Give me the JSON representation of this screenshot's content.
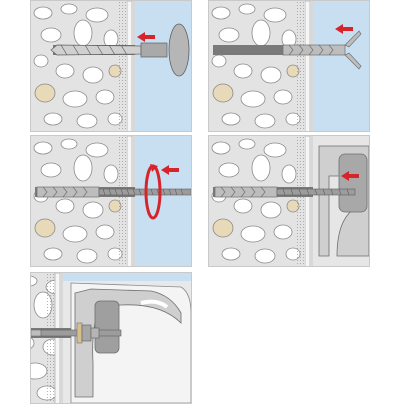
{
  "diagram": {
    "kind": "installation-steps",
    "step_count": 5,
    "steps": [
      {
        "action": "drill-hole",
        "arrow_direction": "left"
      },
      {
        "action": "insert-plug",
        "arrow_direction": "left"
      },
      {
        "action": "screw-in-bolt",
        "arrow_direction": "left",
        "rotation": "clockwise"
      },
      {
        "action": "mount-fixture",
        "arrow_direction": "left"
      },
      {
        "action": "tighten-nut"
      }
    ]
  },
  "colors": {
    "wall": "#e3e3e3",
    "wall_stones": "#ffffff",
    "stone_outline": "#8a8a8a",
    "sand_stones": "#e8d9b8",
    "plaster": "#f1f1f1",
    "cavity_blue": "#c8dff2",
    "metal": "#9c9c9c",
    "metal_dark": "#6f6f6f",
    "accent_red": "#d6242a",
    "washer_tan": "#d9c08a",
    "fixture_gray": "#b3b3b3"
  }
}
